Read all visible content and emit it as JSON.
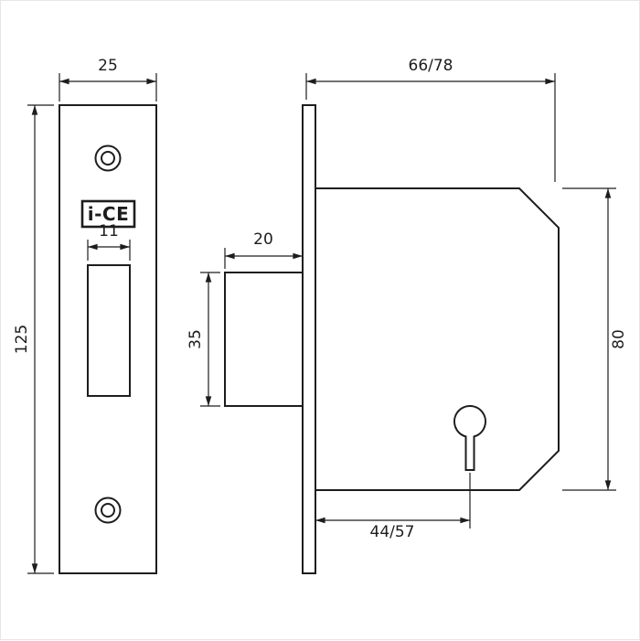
{
  "page": {
    "background": "#ffffff",
    "ink": "#1d1d1d"
  },
  "drawing": {
    "logo_text": "i-CE",
    "front_view": {
      "faceplate_width_mm": "25",
      "faceplate_height_mm": "125",
      "cutout_width_mm": "11"
    },
    "side_view": {
      "bolt_throw_mm": "20",
      "bolt_height_mm": "35",
      "case_depth_mm": "66/78",
      "case_height_mm": "80",
      "keyhole_backset_mm": "44/57"
    }
  }
}
